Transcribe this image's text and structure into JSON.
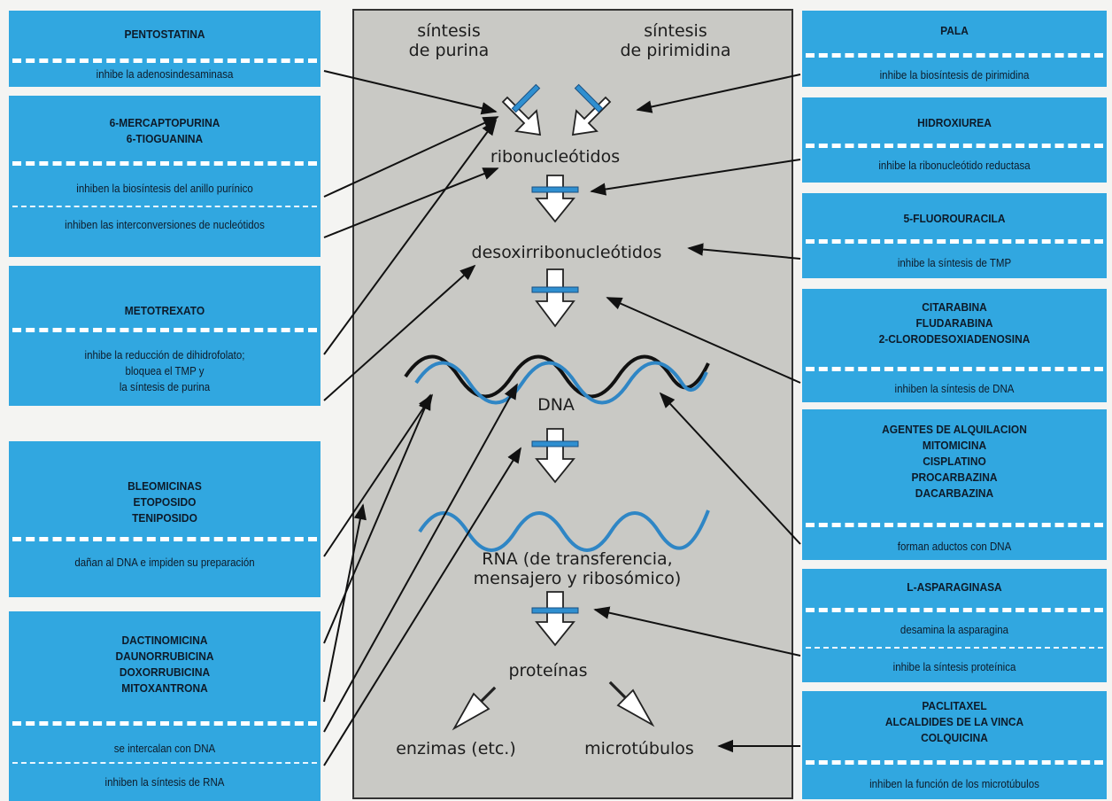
{
  "center": {
    "sintesis_purina": [
      "síntesis",
      "de purina"
    ],
    "sintesis_pirimidina": [
      "síntesis",
      "de pirimidina"
    ],
    "ribonucleotidos": "ribonucleótidos",
    "desoxirribonucleotidos": "desoxirribonucleótidos",
    "dna": "DNA",
    "rna": [
      "RNA (de transferencia,",
      "mensajero y ribosómico)"
    ],
    "proteinas": "proteínas",
    "enzimas": "enzimas (etc.)",
    "microtubulos": "microtúbulos"
  },
  "left_panels": [
    {
      "drugs": [
        "PENTOSTATINA"
      ],
      "effects": [
        "inhibe la adenosindesaminasa"
      ]
    },
    {
      "drugs": [
        "6-MERCAPTOPURINA",
        "6-TIOGUANINA"
      ],
      "effects": [
        "inhiben la biosíntesis del anillo purínico",
        "inhiben las interconversiones de nucleótidos"
      ]
    },
    {
      "drugs": [
        "METOTREXATO"
      ],
      "effects": [
        "inhibe la reducción de dihidrofolato;",
        "bloquea el TMP y",
        "la síntesis de purina"
      ]
    },
    {
      "drugs": [
        "BLEOMICINAS",
        "ETOPOSIDO",
        "TENIPOSIDO"
      ],
      "effects": [
        "dañan al DNA e impiden su preparación"
      ]
    },
    {
      "drugs": [
        "DACTINOMICINA",
        "DAUNORRUBICINA",
        "DOXORRUBICINA",
        "MITOXANTRONA"
      ],
      "effects": [
        "se intercalan con DNA",
        "inhiben la síntesis de RNA"
      ]
    }
  ],
  "right_panels": [
    {
      "drugs": [
        "PALA"
      ],
      "effects": [
        "inhibe la biosíntesis de pirimidina"
      ]
    },
    {
      "drugs": [
        "HIDROXIUREA"
      ],
      "effects": [
        "inhibe la ribonucleótido reductasa"
      ]
    },
    {
      "drugs": [
        "5-FLUOROURACILA"
      ],
      "effects": [
        "inhibe la síntesis de TMP"
      ]
    },
    {
      "drugs": [
        "CITARABINA",
        "FLUDARABINA",
        "2-CLORODESOXIADENOSINA"
      ],
      "effects": [
        "inhiben la síntesis de DNA"
      ]
    },
    {
      "drugs": [
        "AGENTES DE ALQUILACION",
        "MITOMICINA",
        "CISPLATINO",
        "PROCARBAZINA",
        "DACARBAZINA"
      ],
      "effects": [
        "forman aductos con DNA"
      ]
    },
    {
      "drugs": [
        "L-ASPARAGINASA"
      ],
      "effects": [
        "desamina la asparagina",
        "inhibe la síntesis proteínica"
      ]
    },
    {
      "drugs": [
        "PACLITAXEL",
        "ALCALDIDES DE LA VINCA",
        "COLQUICINA"
      ],
      "effects": [
        "inhiben la función de los microtúbulos"
      ]
    }
  ],
  "colors": {
    "panel": "#31a7e0",
    "center_bg": "#c9c9c5",
    "helix_blue": "#2f86c5",
    "helix_black": "#111111"
  }
}
